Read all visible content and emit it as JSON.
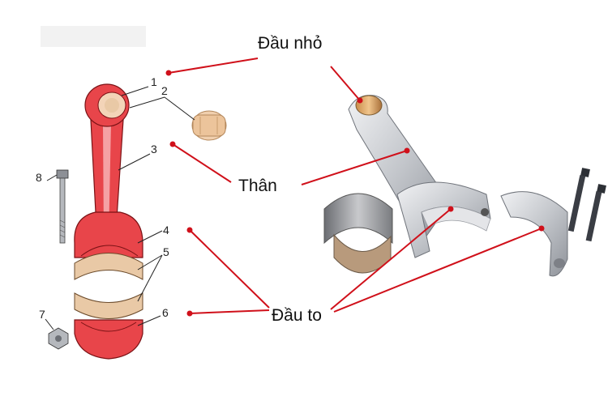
{
  "labels": {
    "small_end": "Đầu nhỏ",
    "body": "Thân",
    "big_end": "Đầu to"
  },
  "part_numbers": [
    "1",
    "2",
    "3",
    "4",
    "5",
    "6",
    "7",
    "8"
  ],
  "colors": {
    "leader_line": "#d0101a",
    "rod_red": "#e8454a",
    "rod_dark_red": "#c7262c",
    "bearing": "#e9c9a6",
    "steel": "#c9ccd0",
    "steel_dark": "#8d9096",
    "bolt": "#3a3d44"
  }
}
